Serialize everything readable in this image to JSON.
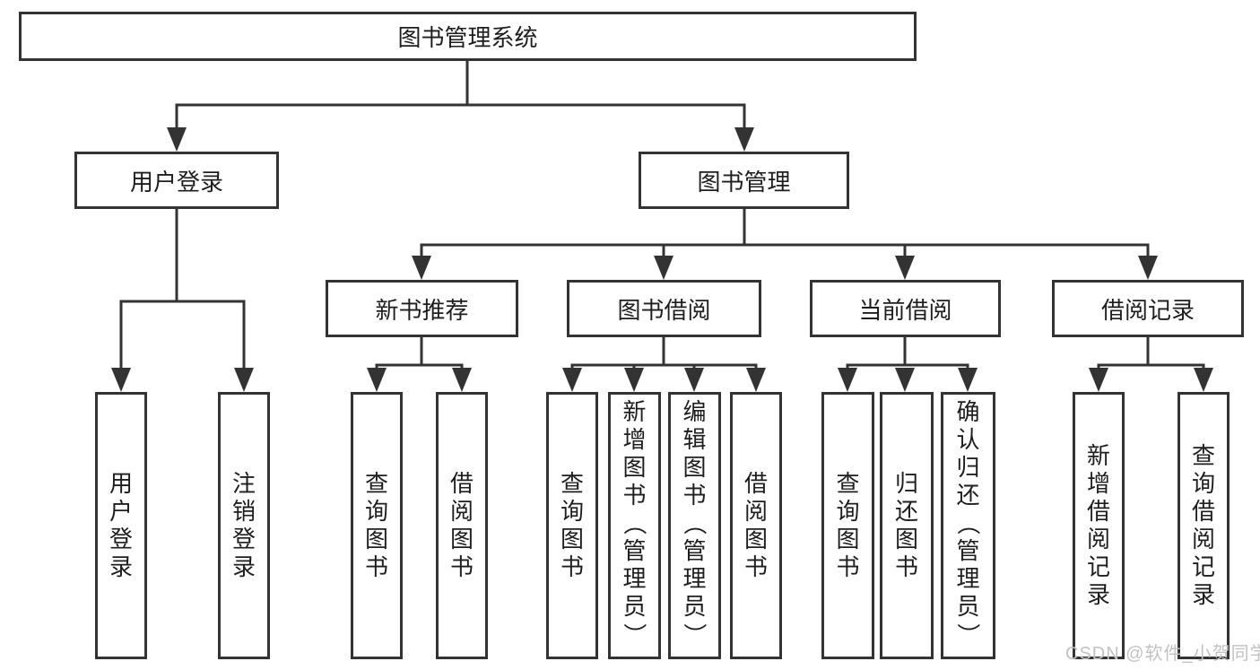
{
  "colors": {
    "line": "#333333",
    "border": "#333333",
    "text": "#1e1e1e",
    "box_background": "#ffffff",
    "watermark": "#c2c2c2"
  },
  "tree": {
    "root": {
      "label": "图书管理系统"
    },
    "branches": [
      {
        "label": "用户登录",
        "children": [
          {
            "label": "用户登录"
          },
          {
            "label": "注销登录"
          }
        ]
      },
      {
        "label": "图书管理",
        "children": [
          {
            "label": "新书推荐",
            "children": [
              {
                "label": "查询图书"
              },
              {
                "label": "借阅图书"
              }
            ]
          },
          {
            "label": "图书借阅",
            "children": [
              {
                "label": "查询图书"
              },
              {
                "label": "新增图书（管理员）"
              },
              {
                "label": "编辑图书（管理员）"
              },
              {
                "label": "借阅图书"
              }
            ]
          },
          {
            "label": "当前借阅",
            "children": [
              {
                "label": "查询图书"
              },
              {
                "label": "归还图书"
              },
              {
                "label": "确认归还（管理员）"
              }
            ]
          },
          {
            "label": "借阅记录",
            "children": [
              {
                "label": "新增借阅记录"
              },
              {
                "label": "查询借阅记录"
              }
            ]
          }
        ]
      }
    ]
  },
  "watermark": {
    "text": "CSDN @软件_小贺同学"
  }
}
